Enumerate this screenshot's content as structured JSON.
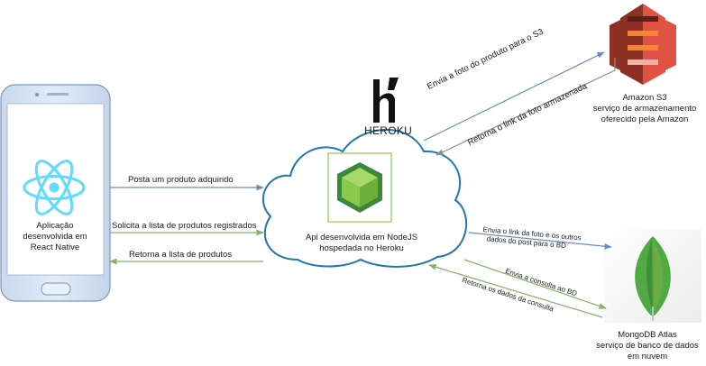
{
  "nodes": {
    "app": {
      "lines": [
        "Aplicação",
        "desenvolvida em",
        "React Native"
      ]
    },
    "api": {
      "lines": [
        "Api desenvolvida em NodeJS",
        "hospedada no Heroku"
      ]
    },
    "heroku": {
      "wordmark": "HEROKU"
    },
    "s3": {
      "lines": [
        "Amazon S3",
        "serviço de armazenamento",
        "oferecido pela Amazon"
      ]
    },
    "mongo": {
      "lines": [
        "MongoDB Atlas",
        "serviço de banco de dados",
        "em nuvem"
      ]
    }
  },
  "edges": {
    "post_product": "Posta um produto adquirido",
    "request_list": "Solicita a lista de produtos registrados",
    "return_list": "Retorna a lista de produtos",
    "send_photo": "Envia a foto do produto para o S3",
    "return_link": "Retorna o link da foto armazenada",
    "send_link_line1": "Envia o link da foto e os outros",
    "send_link_line2": "dados do post para o BD",
    "send_query": "Envia a consulta ao BD",
    "return_query": "Retorna os dados da consulta"
  },
  "colors": {
    "blue_arrow": "#6c8ebf",
    "green_arrow": "#82b366",
    "cloud_stroke": "#1f77b4",
    "phone_body": "#d5e3f5",
    "react_cyan": "#61dafb",
    "node_green": "#8cc84b",
    "s3_red": "#e05243",
    "mongo_green": "#4faa41",
    "heroku_dark": "#111111"
  },
  "icons": {
    "app": "smartphone-react-icon",
    "api": "nodejs-cube-icon",
    "heroku": "heroku-logo-icon",
    "s3": "amazon-s3-icon",
    "mongo": "mongodb-leaf-icon"
  }
}
